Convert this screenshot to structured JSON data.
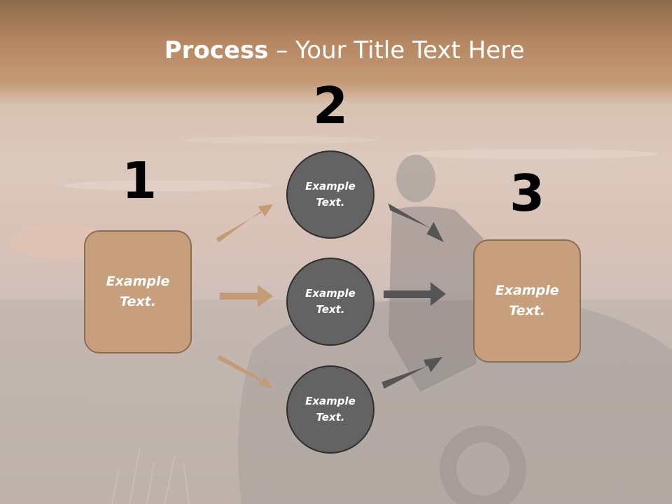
{
  "slide": {
    "title_bold": "Process",
    "title_rest": " – Your Title Text Here",
    "numbers": [
      "1",
      "2",
      "3"
    ],
    "left_box": "Example Text.",
    "right_box": "Example Text.",
    "circles": [
      "Example Text.",
      "Example Text.",
      "Example Text."
    ]
  },
  "colors": {
    "box_fill": "#c79f7c",
    "box_border": "#8b6d51",
    "circle_fill": "#636363",
    "left_arrows": "#c39c77",
    "right_arrows": "#555555"
  }
}
